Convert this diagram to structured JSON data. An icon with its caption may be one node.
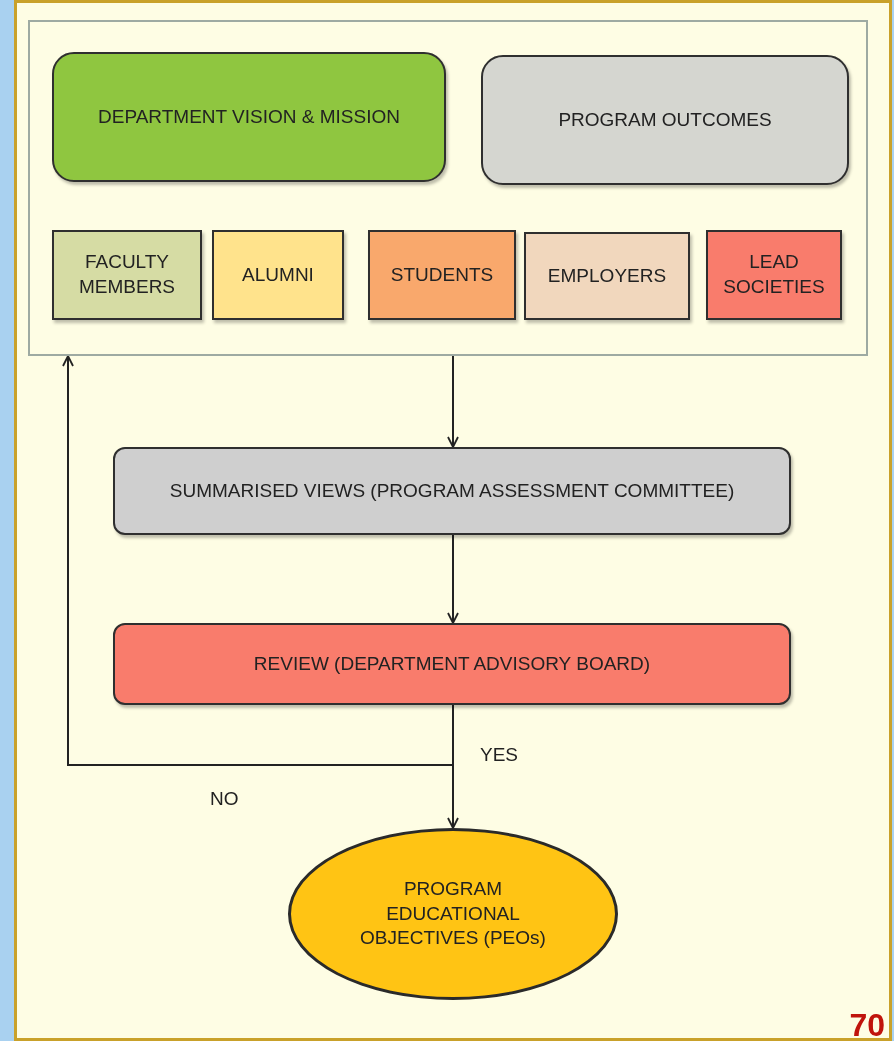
{
  "diagram": {
    "nodes": [
      {
        "text": [],
        "shape": "box"
      },
      {
        "text": [
          "DEPARTMENT VISION & MISSION"
        ],
        "in": 0
      },
      {
        "text": [
          "PROGRAM OUTCOMES"
        ],
        "in": 0
      },
      {
        "text": [
          "FACULTY MEMBERS"
        ],
        "in": 0
      },
      {
        "text": [
          "ALUMNI"
        ],
        "in": 0
      },
      {
        "text": [
          "STUDENTS"
        ],
        "in": 0
      },
      {
        "text": [
          "EMPLOYERS"
        ],
        "in": 0
      },
      {
        "text": [
          "LEAD SOCIETIES"
        ],
        "in": 0
      },
      {
        "text": [
          "SUMMARISED VIEWS (PROGRAM ASSESSMENT COMMITTEE)"
        ]
      },
      {
        "text": [
          "REVIEW (DEPARTMENT ADVISORY BOARD)"
        ]
      },
      {
        "text": [
          "PROGRAM EDUCATIONAL OBJECTIVES (PEOs)"
        ]
      }
    ],
    "edges": [
      {
        "from": 0,
        "to": 8,
        "arrow": "to"
      },
      {
        "from": 8,
        "to": 9,
        "arrow": "to"
      },
      {
        "from": 9,
        "to": 10,
        "arrow": "to",
        "label": "YES"
      },
      {
        "from": 9,
        "to": 0,
        "arrow": "to",
        "label": "NO"
      }
    ],
    "labels": [
      "70"
    ]
  }
}
